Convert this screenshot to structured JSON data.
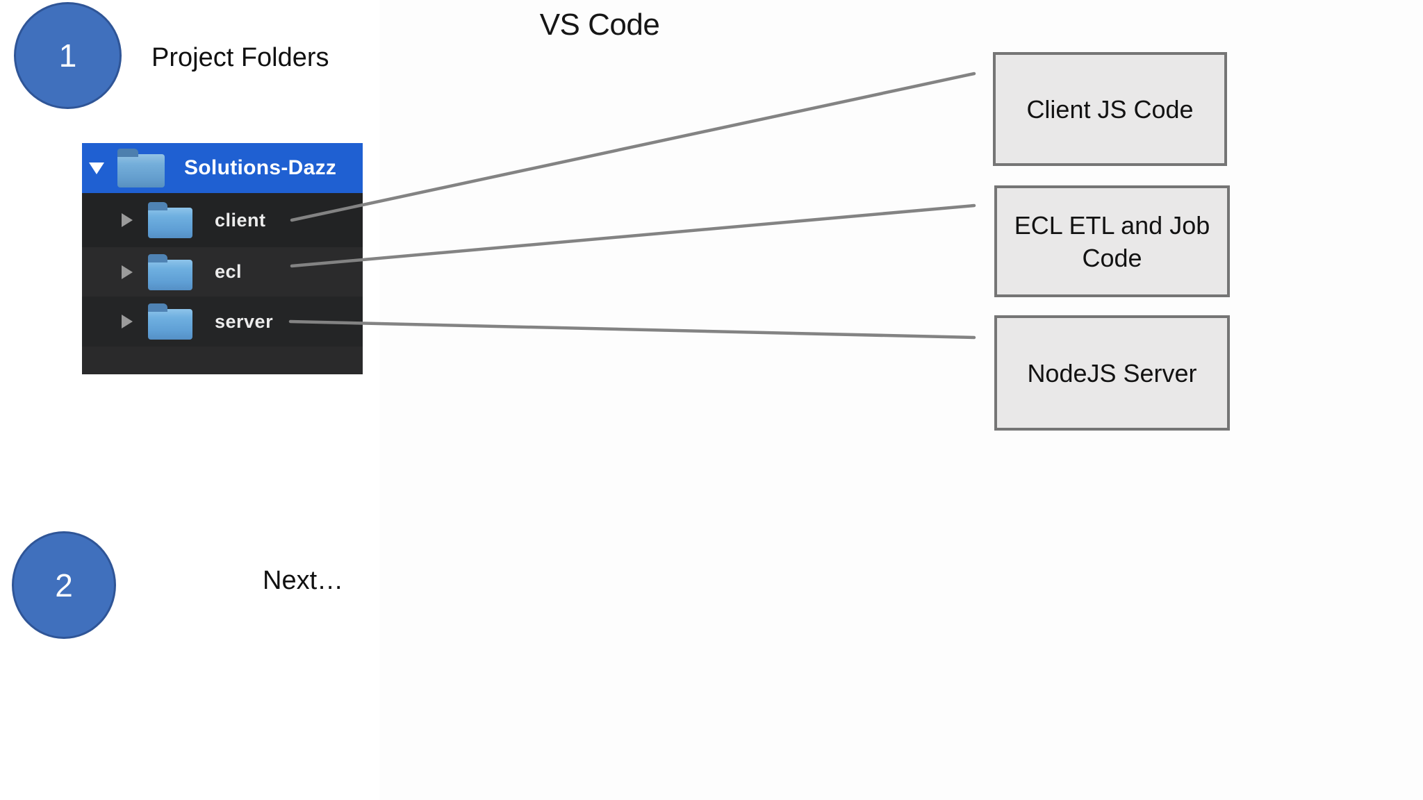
{
  "title": "VS Code",
  "steps": [
    {
      "number": "1",
      "label": "Project Folders"
    },
    {
      "number": "2",
      "label": "Next…"
    }
  ],
  "explorer": {
    "root_name": "Solutions-Dazz",
    "root_expand_icon": "triangle-down-icon",
    "child_collapse_icon": "triangle-right-icon",
    "item_icon": "blue-folder-icon",
    "folders": [
      {
        "name": "client"
      },
      {
        "name": "ecl"
      },
      {
        "name": "server"
      }
    ]
  },
  "boxes": [
    {
      "label": "Client JS Code"
    },
    {
      "label": "ECL ETL and Job Code"
    },
    {
      "label": "NodeJS Server"
    }
  ],
  "colors": {
    "step_circle_fill": "#4070bd",
    "step_circle_border": "#2f5597",
    "explorer_selected_blue": "#1f60d2",
    "explorer_row_dark": "#222324",
    "explorer_row_alt": "#2b2b2c",
    "folder_icon_blue": "#5f9fd5",
    "connector_gray": "#838383",
    "box_fill": "#e9e8e8",
    "box_border": "#757575"
  }
}
